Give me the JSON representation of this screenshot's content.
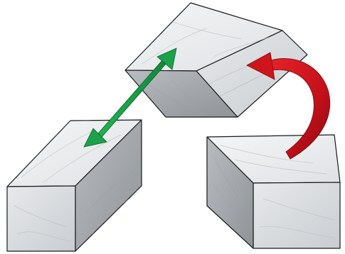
{
  "scene": {
    "blocks": [
      {
        "name": "top-center-block",
        "orientation": "tilted"
      },
      {
        "name": "left-block",
        "orientation": "upright"
      },
      {
        "name": "right-block",
        "orientation": "upright"
      }
    ],
    "arrows": [
      {
        "name": "translation-arrow",
        "style": "double-headed straight",
        "color": "#1aa34a"
      },
      {
        "name": "rotation-arrow",
        "style": "curved single-headed",
        "color": "#d0141b"
      }
    ],
    "material": "white marble",
    "colors": {
      "background": "#ffffff",
      "marble_light": "#eceef0",
      "marble_mid": "#d6d9dc",
      "marble_shade": "#a9adb1",
      "outline": "#1a1a1a",
      "green_arrow": "#1aa34a",
      "red_arrow": "#d0141b"
    }
  }
}
